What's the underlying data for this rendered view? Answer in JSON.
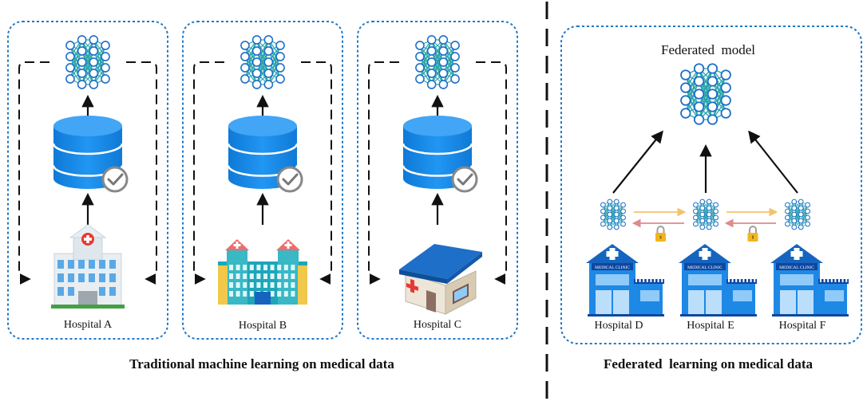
{
  "traditional": {
    "title": "Traditional machine learning on medical data",
    "hospitals": [
      {
        "name": "Hospital A",
        "building": "hospital-cross-icon"
      },
      {
        "name": "Hospital B",
        "building": "hospital-towers-icon"
      },
      {
        "name": "Hospital C",
        "building": "clinic-house-icon"
      }
    ]
  },
  "federated": {
    "title": "Federated  learning on medical data",
    "model_label": "Federated  model",
    "sign_text": "MEDICAL CLINIC",
    "clinics": [
      {
        "name": "Hospital D",
        "building": "medical-clinic-icon"
      },
      {
        "name": "Hospital E",
        "building": "medical-clinic-icon"
      },
      {
        "name": "Hospital F",
        "building": "medical-clinic-icon"
      }
    ]
  },
  "colors": {
    "box_border": "#1f77c8",
    "network": "#1a6fc9",
    "network_edge": "#2aa5a8",
    "database": "#1a8ae6",
    "arrow": "#111111",
    "forward_arrow": "#f5c26b",
    "backward_arrow": "#e08a8a",
    "lock": "#f2b51e"
  },
  "icons": {
    "neural_net": "neural-network-icon",
    "database": "database-icon",
    "check": "check-circle-icon",
    "lock": "lock-icon"
  }
}
